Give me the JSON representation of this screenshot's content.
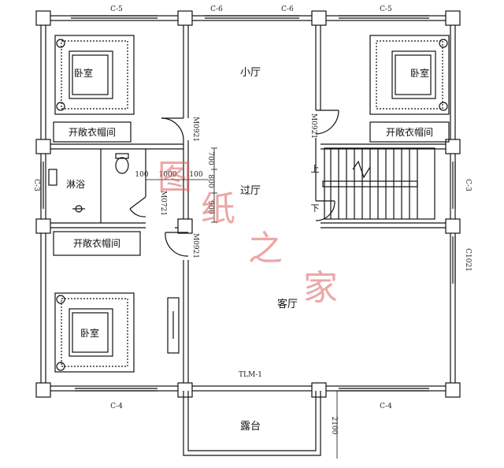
{
  "colors": {
    "line": "#111111",
    "watermark": "#e06060",
    "background": "#ffffff"
  },
  "rooms": {
    "small_hall": "小厅",
    "bedroom_tl": "卧室",
    "bedroom_tr": "卧室",
    "bedroom_bl": "卧室",
    "closet_tl": "开敞衣帽间",
    "closet_tr": "开敞衣帽间",
    "closet_bl": "开敞衣帽间",
    "shower": "淋浴",
    "corridor": "过厅",
    "living": "客厅",
    "terrace": "露台"
  },
  "stairs": {
    "up": "上",
    "down": "下"
  },
  "window_codes": {
    "top_1": "C-5",
    "top_2": "C-6",
    "top_3": "C-6",
    "top_4": "C-5",
    "left": "C-3",
    "right": "C-3",
    "bottom_1": "C-4",
    "bottom_2": "C-4",
    "door_living_window": "C1021"
  },
  "door_codes": {
    "d1": "M0921",
    "d2": "M0921",
    "d3": "M0921",
    "d4": "M0721",
    "sliding": "TLM-1"
  },
  "dimensions": {
    "d700": "700",
    "d800": "800",
    "d900": "900",
    "d100a": "100",
    "d1000": "1000",
    "d100b": "100",
    "d2100": "2100"
  },
  "watermark": {
    "c1": "图",
    "c2": "纸",
    "c3": "之",
    "c4": "家"
  }
}
